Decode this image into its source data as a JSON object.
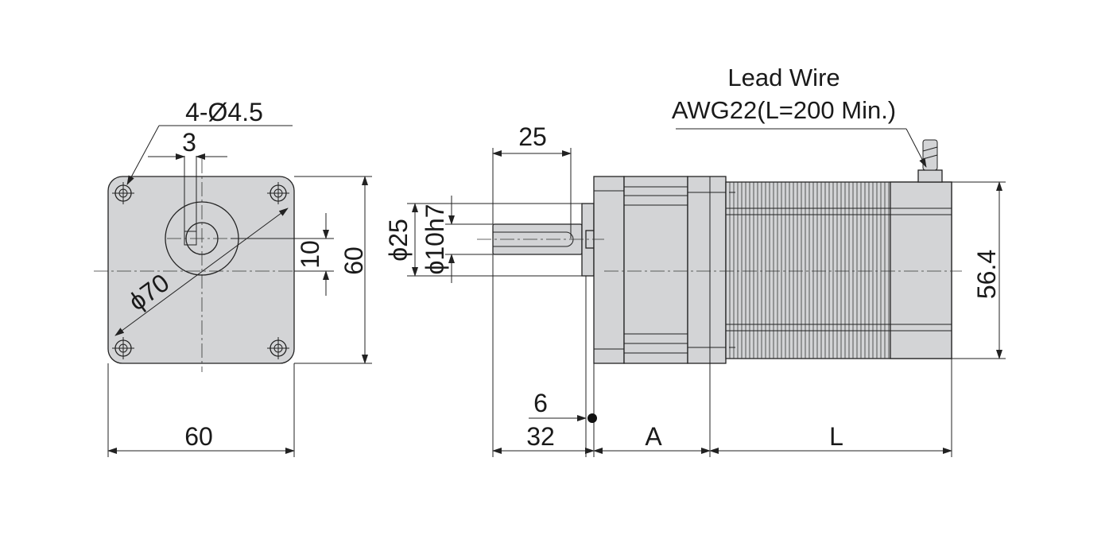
{
  "lead_wire": {
    "line1": "Lead Wire",
    "line2": "AWG22(L=200 Min.)"
  },
  "front_view": {
    "hole_callout": "4-Ø4.5",
    "key_width": "3",
    "bolt_circle": "ϕ70",
    "keyway_depth": "10",
    "height": "60",
    "width": "60"
  },
  "side_view": {
    "shaft_length": "25",
    "pilot_dia": "ϕ25",
    "shaft_dia": "ϕ10h7",
    "flange_thickness": "6",
    "shaft_extension": "32",
    "gear_length": "A",
    "motor_length": "L",
    "body_height": "56.4"
  },
  "colors": {
    "body_fill": "#d3d4d6",
    "line": "#222222"
  }
}
